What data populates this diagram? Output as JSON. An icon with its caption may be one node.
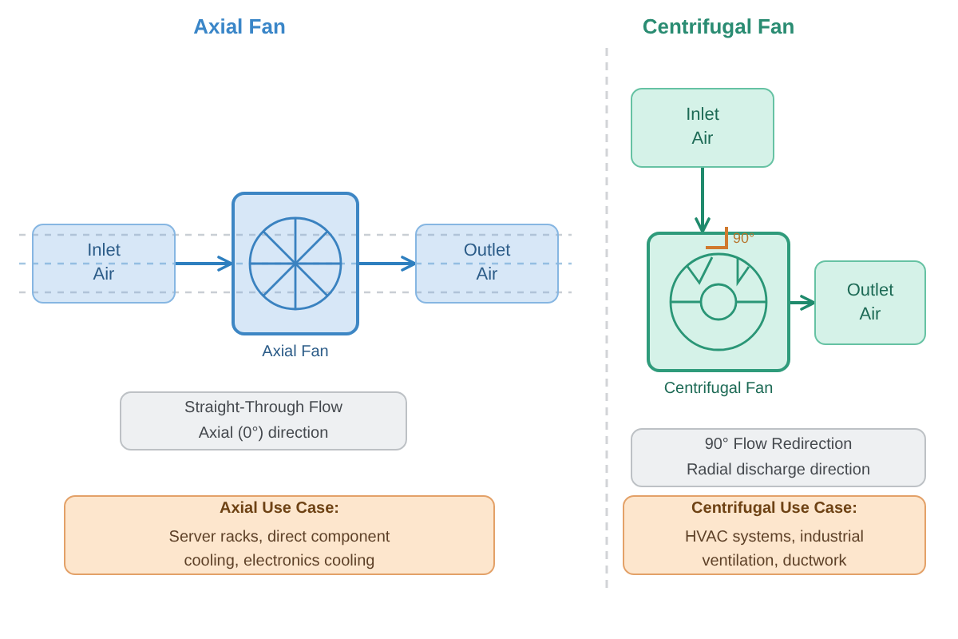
{
  "diagram": {
    "nodes": [
      {
        "text": [
          "Inlet Air"
        ]
      },
      {
        "text": [],
        "shape": "picture",
        "beside": [
          "Axial Fan"
        ]
      },
      {
        "text": [
          "Outlet Air"
        ]
      },
      {
        "text": [
          "Straight-Through Flow",
          "Axial (0°) direction"
        ]
      },
      {
        "text": [
          "Axial Use Case:",
          "Server racks, direct component cooling, electronics cooling"
        ]
      },
      {
        "text": [
          "Inlet Air"
        ]
      },
      {
        "text": [],
        "shape": "picture",
        "beside": [
          "Centrifugal Fan"
        ]
      },
      {
        "text": [
          "Outlet Air"
        ]
      },
      {
        "text": [
          "90° Flow Redirection",
          "Radial discharge direction"
        ]
      },
      {
        "text": [
          "Centrifugal Use Case:",
          "HVAC systems, industrial ventilation, ductwork"
        ]
      }
    ],
    "edges": [
      {
        "from": 0,
        "to": 1,
        "arrow": "to",
        "color": "#2e7fbf"
      },
      {
        "from": 1,
        "to": 2,
        "arrow": "to",
        "color": "#2e7fbf"
      },
      {
        "from": 5,
        "to": 6,
        "arrow": "to",
        "color": "#1f8a6c"
      },
      {
        "from": 6,
        "to": 7,
        "arrow": "to",
        "color": "#1f8a6c"
      }
    ],
    "labels": [
      "Axial Fan",
      "Centrifugal Fan",
      "90°"
    ]
  }
}
